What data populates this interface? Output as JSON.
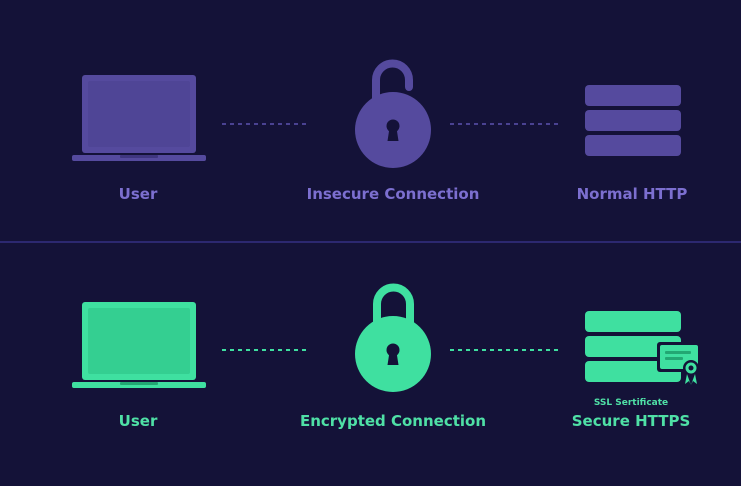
{
  "colors": {
    "background": "#141238",
    "insecure_accent": "#5b4fa6",
    "insecure_text": "#7c6fd0",
    "secure_accent": "#3fe0a0",
    "secure_text": "#4fe0a6",
    "divider": "#2c2870"
  },
  "insecure_row": {
    "user_label": "User",
    "connection_label": "Insecure Connection",
    "server_label": "Normal HTTP",
    "icons": [
      "laptop-icon",
      "unlocked-padlock-icon",
      "server-icon"
    ]
  },
  "secure_row": {
    "user_label": "User",
    "connection_label": "Encrypted Connection",
    "certificate_label": "SSL Sertificate",
    "server_label": "Secure HTTPS",
    "icons": [
      "laptop-icon",
      "locked-padlock-icon",
      "server-icon",
      "certificate-icon"
    ]
  }
}
